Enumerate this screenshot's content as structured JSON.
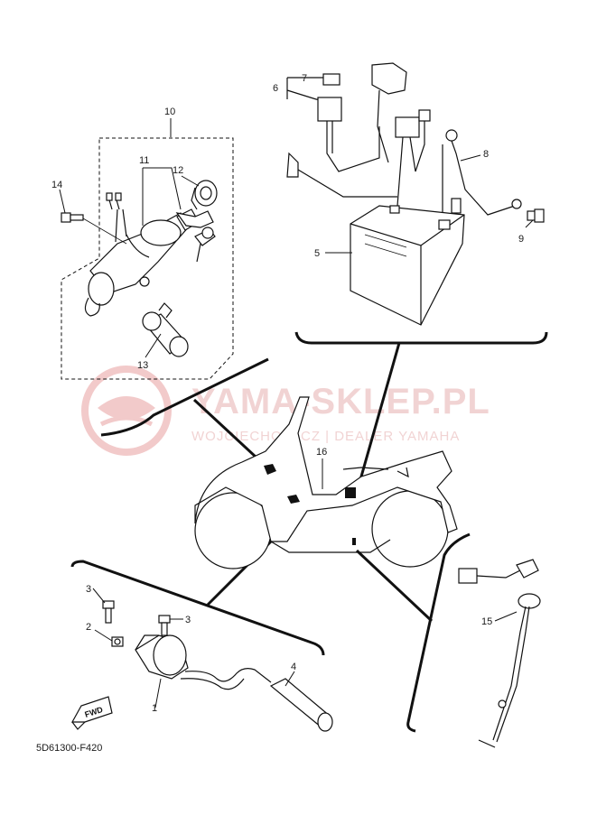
{
  "watermark": {
    "title": "YAMA-SKLEP.PL",
    "subtitle": "WOJCIECHOWICZ | DEALER YAMAHA",
    "color": "#e8b4b4"
  },
  "diagram_code": "5D61300-F420",
  "fwd_label": "FWD",
  "callouts": {
    "c1": "1",
    "c2": "2",
    "c3a": "3",
    "c3b": "3",
    "c4": "4",
    "c5": "5",
    "c6": "6",
    "c7": "7",
    "c8": "8",
    "c9": "9",
    "c10": "10",
    "c11": "11",
    "c12": "12",
    "c13": "13",
    "c14": "14",
    "c15": "15",
    "c16": "16"
  }
}
